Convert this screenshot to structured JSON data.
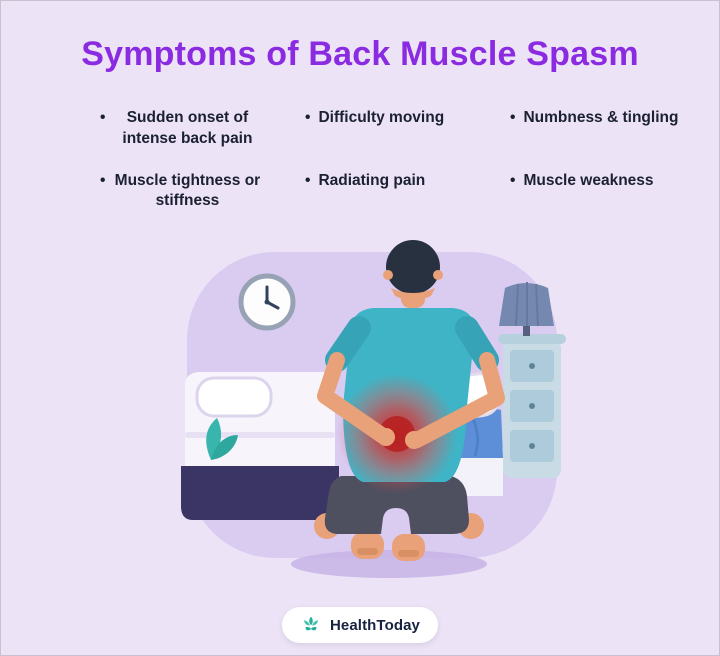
{
  "title": "Symptoms of Back Muscle Spasm",
  "bullet_char": "•",
  "symptoms": [
    "Sudden onset of intense back pain",
    "Difficulty moving",
    "Numbness & tingling",
    "Muscle tightness or stiffness",
    "Radiating pain",
    "Muscle weakness"
  ],
  "brand": {
    "name": "HealthToday"
  },
  "colors": {
    "background": "#ECE3F6",
    "title_purple": "#8A2BE2",
    "text_dark": "#1B2132",
    "pain_red": "#D92F2F",
    "brand_teal": "#2FB5A0",
    "shirt_teal": "#3FB4C6"
  },
  "icons": {
    "brand_logo": "lotus-icon"
  }
}
